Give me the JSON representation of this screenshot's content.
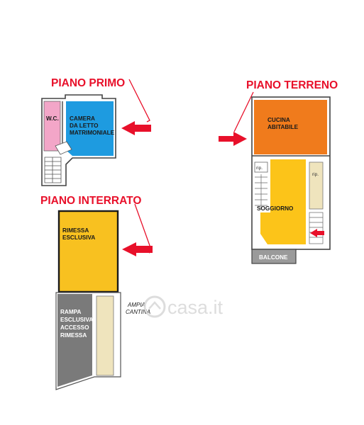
{
  "floors": {
    "primo": {
      "title": "PIANO PRIMO",
      "wc": "W.C.",
      "camera": [
        "CAMERA",
        "DA LETTO",
        "MATRIMONIALE"
      ]
    },
    "terreno": {
      "title": "PIANO TERRENO",
      "cucina": [
        "CUCINA",
        "ABITABILE"
      ],
      "rip1": "rip.",
      "rip2": "rip.",
      "soggiorno": "SOGGIORNO",
      "balcone": "BALCONE"
    },
    "interrato": {
      "title": "PIANO INTERRATO",
      "rimessa": [
        "RIMESSA",
        "ESCLUSIVA"
      ],
      "rampa": [
        "RAMPA",
        "ESCLUSIVA",
        "ACCESSO",
        "RIMESSA"
      ],
      "cantina": [
        "AMPIA",
        "CANTINA"
      ]
    }
  },
  "watermark": "casa.it",
  "colors": {
    "title_red": "#e8102a",
    "arrow_red": "#e8102a",
    "bedroom_blue": "#1e9be0",
    "wc_pink": "#f3a6c8",
    "kitchen_orange": "#f07b1c",
    "living_yellow": "#fcc419",
    "garage_yellow": "#f8c120",
    "ramp_gray": "#7a7a7a",
    "cellar_beige": "#efe4bd",
    "balcony_gray": "#9a9a9a"
  }
}
